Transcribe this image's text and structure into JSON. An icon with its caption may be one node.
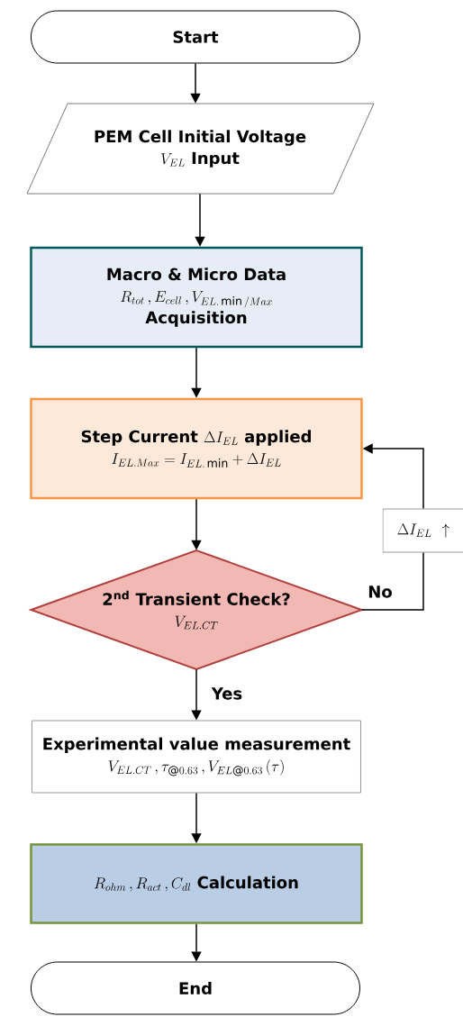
{
  "diagram": {
    "nodes": [
      {
        "text": [
          "Start"
        ]
      },
      {
        "text": [
          "PEM Cell Initial Voltage",
          "V_{EL}",
          "Input"
        ]
      },
      {
        "text": [
          "Macro & Micro Data",
          "R_{tot}\\,, E_{cell}\\,, V_{EL.\\min/Max}",
          "Acquisition"
        ]
      },
      {
        "text": [
          "Step Current",
          "\\Delta I_{EL}",
          "applied",
          "I_{EL.Max} = I_{EL.\\min} + \\Delta I_{EL}"
        ]
      },
      {
        "text": [
          "2$^{nd}$ Transient Check?",
          "V_{EL.CT}"
        ]
      },
      {
        "text": [
          "Experimental value measurement",
          "V_{EL.CT}\\,, \\tau_{@0.63}\\,, V_{EL@0.63}\\,(\\tau)"
        ]
      },
      {
        "text": [
          "R_{ohm}\\,, R_{act}\\,, C_{dl}",
          "Calculation"
        ]
      },
      {
        "text": [
          "End"
        ]
      },
      {
        "text": [
          "\\Delta I_{EL}\\ \\uparrow"
        ]
      }
    ],
    "edges": [
      {
        "from": 0,
        "to": 1,
        "arrow": "to"
      },
      {
        "from": 1,
        "to": 2,
        "arrow": "to"
      },
      {
        "from": 2,
        "to": 3,
        "arrow": "to"
      },
      {
        "from": 3,
        "to": 4,
        "arrow": "to"
      },
      {
        "from": 4,
        "to": 5,
        "arrow": "to",
        "label": "Yes"
      },
      {
        "from": 5,
        "to": 6,
        "arrow": "to"
      },
      {
        "from": 6,
        "to": 7,
        "arrow": "to"
      },
      {
        "from": 4,
        "to": 8,
        "arrow": "none",
        "label": "No"
      },
      {
        "from": 8,
        "to": 3,
        "arrow": "to"
      }
    ]
  }
}
